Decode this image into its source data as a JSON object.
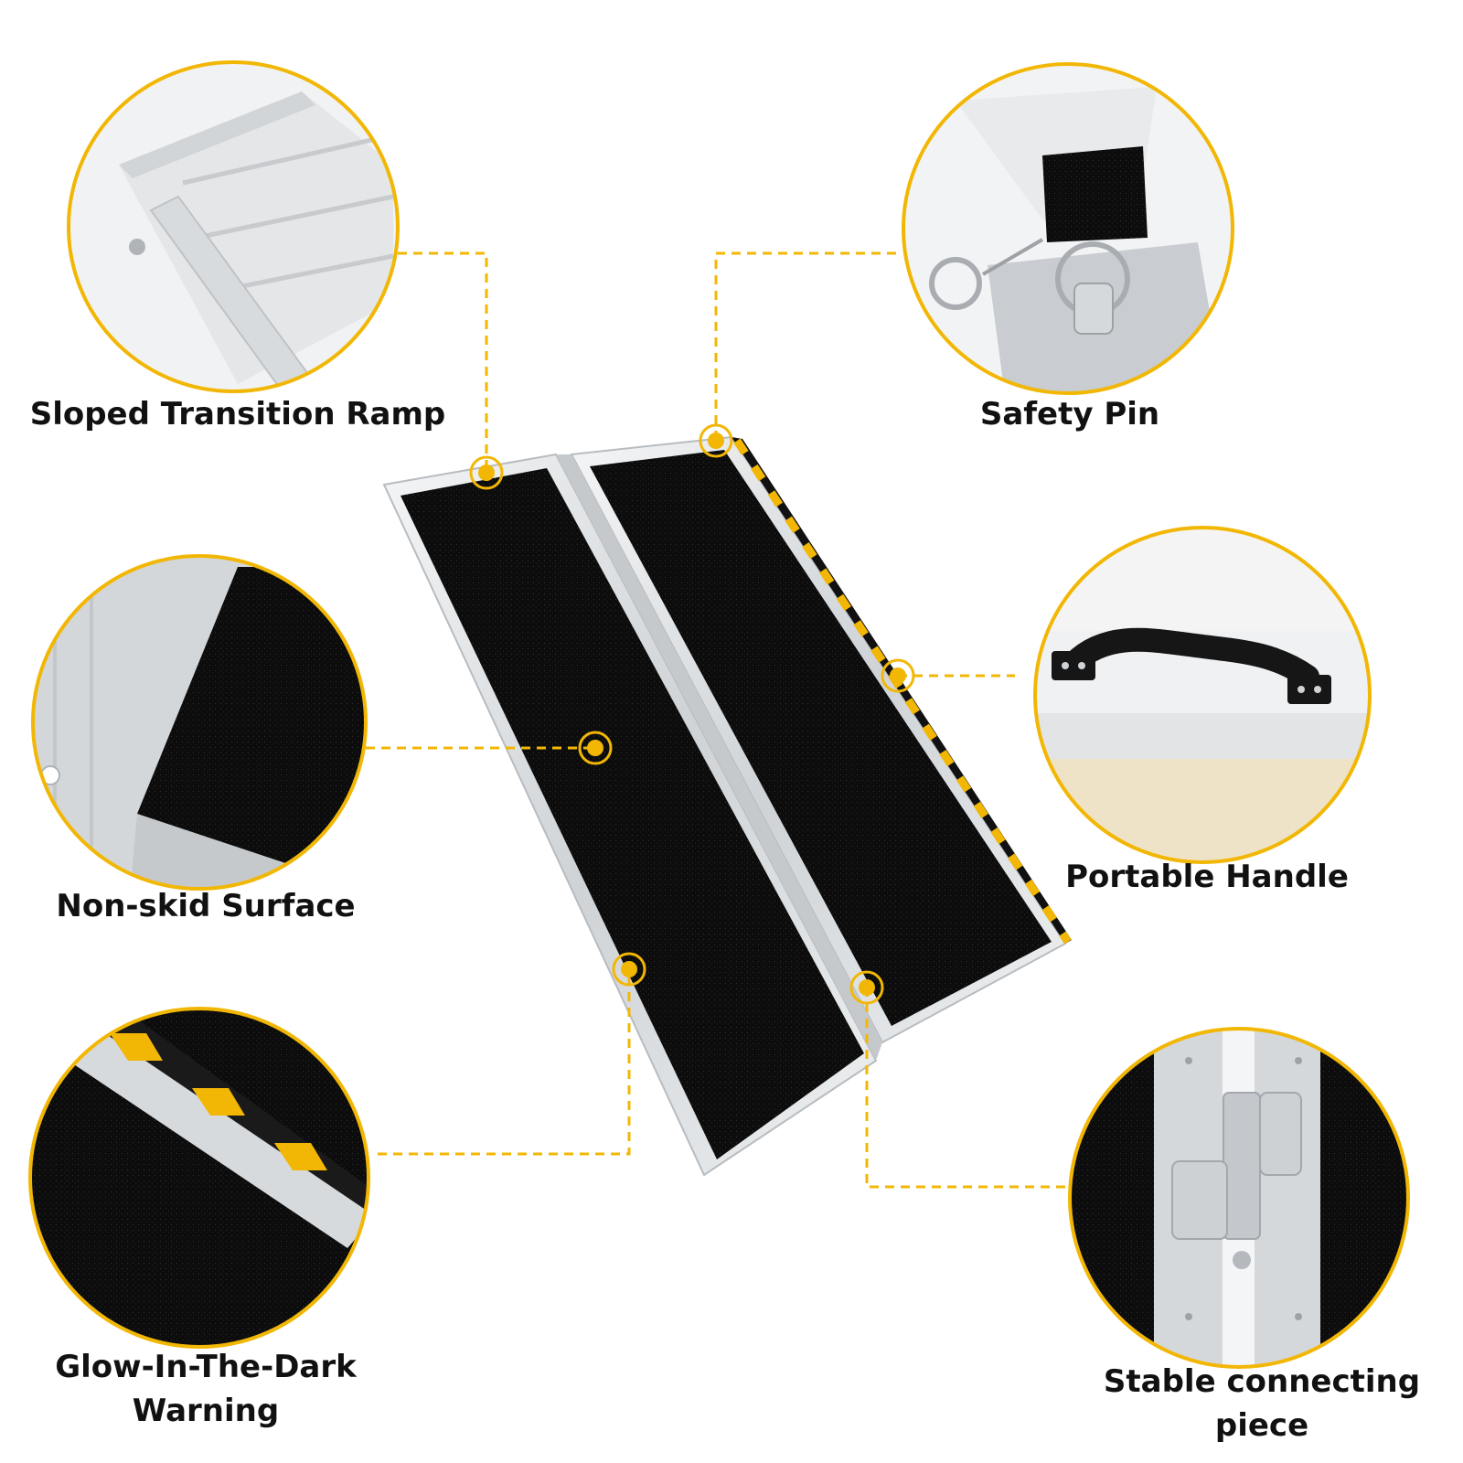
{
  "theme": {
    "accent": "#F2B705",
    "deck": "#0d0d0d",
    "aluminum": "#d9dcdf",
    "text": "#111111"
  },
  "features": [
    {
      "id": "sloped-transition-ramp",
      "lines": [
        "Sloped Transition Ramp"
      ]
    },
    {
      "id": "safety-pin",
      "lines": [
        "Safety Pin"
      ]
    },
    {
      "id": "non-skid-surface",
      "lines": [
        "Non-skid Surface"
      ]
    },
    {
      "id": "portable-handle",
      "lines": [
        "Portable Handle"
      ]
    },
    {
      "id": "glow-in-the-dark-warning",
      "lines": [
        "Glow-In-The-Dark",
        "Warning"
      ]
    },
    {
      "id": "stable-connecting-piece",
      "lines": [
        "Stable connecting",
        "piece"
      ]
    }
  ]
}
